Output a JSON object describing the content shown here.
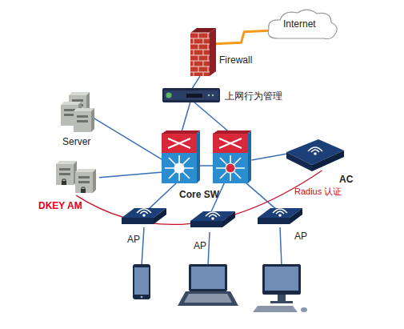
{
  "diagram": {
    "nodes": [
      {
        "text": [
          "Internet"
        ]
      },
      {
        "text": [
          "Firewall"
        ]
      },
      {
        "text": [
          "上网行为管理"
        ]
      },
      {
        "text": [
          "Server"
        ]
      },
      {
        "text": [
          "DKEY AM"
        ]
      },
      {
        "text": [
          "Core SW"
        ]
      },
      {
        "text": [
          "AC"
        ]
      },
      {
        "text": [
          "AP"
        ]
      },
      {
        "text": [
          "AP"
        ]
      },
      {
        "text": [
          "AP"
        ]
      }
    ],
    "edges": [
      {
        "from": 1,
        "to": 0,
        "arrow": "none"
      },
      {
        "from": 1,
        "to": 2,
        "arrow": "none"
      },
      {
        "from": 2,
        "to": 5,
        "arrow": "none"
      },
      {
        "from": 3,
        "to": 5,
        "arrow": "none"
      },
      {
        "from": 4,
        "to": 5,
        "arrow": "none"
      },
      {
        "from": 5,
        "to": 6,
        "arrow": "none"
      },
      {
        "from": 5,
        "to": 7,
        "arrow": "none"
      },
      {
        "from": 5,
        "to": 8,
        "arrow": "none"
      },
      {
        "from": 5,
        "to": 9,
        "arrow": "none"
      },
      {
        "from": 4,
        "to": 6,
        "label": "Radius 认证",
        "arrow": "none"
      }
    ]
  }
}
